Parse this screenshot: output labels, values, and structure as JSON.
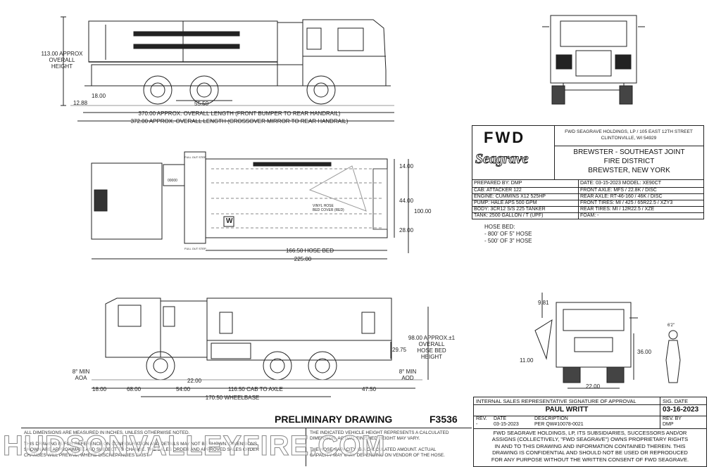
{
  "side_view": {
    "height_label": "113.00 APPROX\nOVERALL\nHEIGHT",
    "rear_overhang": "12.88",
    "tandem_dim": "18.00",
    "axle_spacing": "55.50",
    "length_front_bumper": "370.00 APPROX. OVERALL LENGTH (FRONT BUMPER TO REAR HANDRAIL)",
    "length_mirror": "372.00 APPROX. OVERALL LENGTH (CROSSOVER MIRROR TO REAR HANDRAIL)"
  },
  "top_view": {
    "dim_top": "14.00",
    "dim_mid": "44.00",
    "dim_total": "100.00",
    "dim_bottom": "28.00",
    "hose_bed_length": "166.50 HOSE BED",
    "overall": "225.00",
    "vinyl_cover": "VINYL HOSE\nBED COVER (RED)",
    "step_label_top": "FULL OUT STEP",
    "step_label_bottom": "FULL OUT STEP",
    "w_mark": "W",
    "plate_text": "00000"
  },
  "hose_bed": {
    "title": "HOSE BED:",
    "line1": "- 800' OF 5\" HOSE",
    "line2": "- 500' OF 3\" HOSE"
  },
  "driver_view": {
    "height_label": "98.00 APPROX.±1\nOVERALL\nHOSE BED\nHEIGHT",
    "aoa": "8° MIN\nAOA",
    "aod": "8° MIN\nAOD",
    "dim_2975": "29.75",
    "dim_2200": "22.00",
    "front_overhang": "18.00",
    "dim_6800": "68.00",
    "dim_5400": "54.00",
    "cab_to_axle": "116.50 CAB TO AXLE",
    "rear_dim": "47.50",
    "wheelbase": "170.50 WHEELBASE"
  },
  "rear_view": {
    "dim_981": "9.81",
    "dim_1100": "11.00",
    "dim_3600": "36.00",
    "dim_2200": "22.00",
    "person_height": "6'2\""
  },
  "title_block": {
    "brand": "FWD",
    "logo_script": "Seagrave",
    "company": "FWD SEAGRAVE HOLDINGS, LP / 105 EAST 12TH STREET\nCLINTONVILLE, WI 54929",
    "customer_line1": "BREWSTER - SOUTHEAST JOINT",
    "customer_line2": "FIRE DISTRICT",
    "customer_line3": "BREWSTER, NEW YORK",
    "left_specs": [
      "PREPARED BY: DMP",
      "CAB: ATTACKER 122",
      "ENGINE: CUMMINS X12 525HP",
      "PUMP: HALE APS 500 GPM",
      "BODY: 3CR12 S/S 225 TANKER",
      "TANK: 2500 GALLON / T (UPF)"
    ],
    "right_specs": [
      "DATE: 03-15-2023   MODEL: XE90CT",
      "FRONT AXLE: MFS / 22.8K / DISC",
      "REAR AXLE: RT-46-160 / 46K / DISC",
      "FRONT TIRES: MI / 425 / 65R22.5 / XZY3",
      "REAR TIRES: MI / 12R22.5 / XZE",
      "FOAM: -"
    ]
  },
  "bottom": {
    "preliminary": "PRELIMINARY DRAWING",
    "drawing_no": "F3536",
    "notes_left": "ALL DIMENSIONS ARE MEASURED IN INCHES, UNLESS OTHERWISE NOTED.\n\nTHIS DRAWING IS FOR REFERENCE ON CONFIGURATION AND DETAILS MAY NOT BE SHOWN. DIMENSIONS\nSHOWN ARE APPROXIMATE AND SUBJECT TO CHANGE. THE SALES ORDER AND APPROVED SALES ORDER\nCHANGES WILL PREVAIL, WHERE DISCREPANCIES EXIST.",
    "notes_mid": "THE INDICATED VEHICLE HEIGHT REPRESENTS A CALCULATED\nDIMENSION. ACTUAL FINISHED HEIGHT MAY VARY.\n\nTHE HOSE CAPACITY IS A CALCULATED AMOUNT. ACTUAL\nCAPACITY MAY VARY DEPENDING ON VENDOR OF THE HOSE.",
    "approval_header": "INTERNAL SALES REPRESENTATIVE SIGNATURE OF APPROVAL",
    "sig_date_header": "SIG. DATE",
    "signer": "PAUL WRITT",
    "sig_date": "03-16-2023",
    "rev_headers": [
      "REV.",
      "DATE",
      "DESCRIPTION",
      "REV. BY"
    ],
    "rev_row": [
      "-",
      "03-15-2023",
      "PER QW#10078-0021",
      "DMP"
    ],
    "proprietary": "FWD SEAGRAVE HOLDINGS, LP, ITS SUBSIDIARIES, SUCCESSORS AND/OR\nASSIGNS (COLLECTIVELY, \"FWD SEAGRAVE\") OWNS PROPRIETARY RIGHTS\nIN AND TO THIS DRAWING AND INFORMATION CONTAINED THEREIN. THIS\nDRAWING IS CONFIDENTIAL AND SHOULD NOT BE USED OR REPRODUCED\nFOR ANY PURPOSE WITHOUT THE WRITTEN CONSENT OF  FWD SEAGRAVE."
  },
  "watermark": "HUDSONVALLEYFIRE.COM"
}
